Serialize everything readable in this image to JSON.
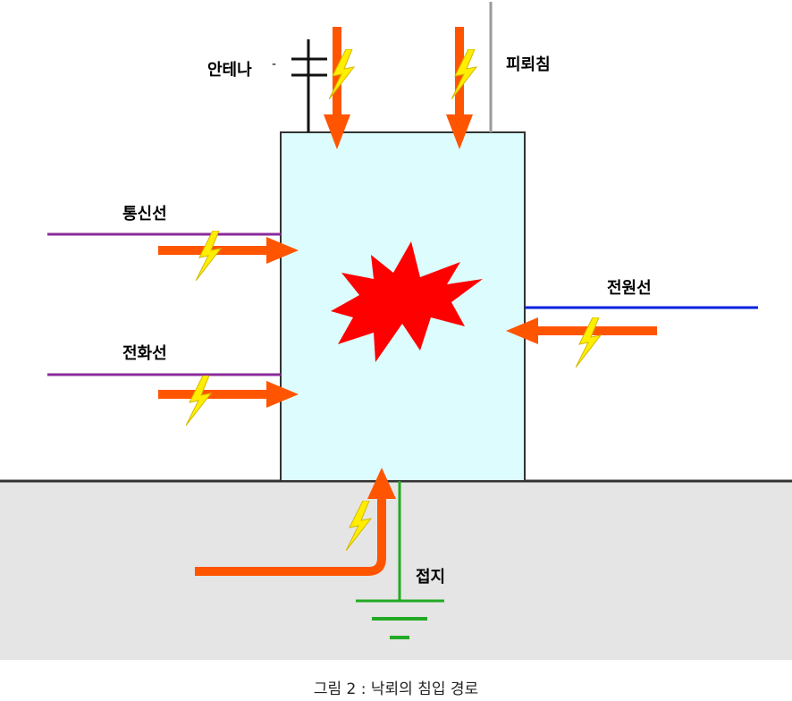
{
  "labels": {
    "antenna": "안테나",
    "antenna_mark": "-",
    "lightning_rod": "피뢰침",
    "comm_line": "통신선",
    "phone_line": "전화선",
    "power_line": "전원선",
    "ground": "접지"
  },
  "caption": "그림 2 : 낙뢰의 침입 경로",
  "colors": {
    "building_fill": "#dcfcfd",
    "ground_fill": "#e5e5e5",
    "arrow": "#ff5500",
    "bolt": "#ffee00",
    "burst": "#ff0000",
    "comm_wire": "#8b2a9a",
    "power_wire": "#0022dd",
    "ground_wire": "#22aa22"
  }
}
